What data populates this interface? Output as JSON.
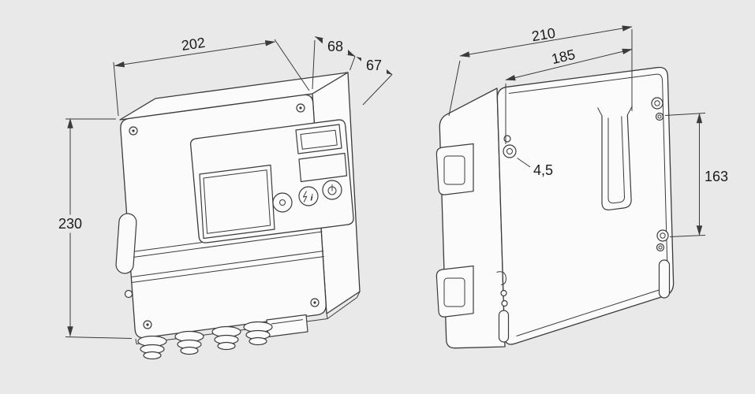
{
  "meta": {
    "background_color": "#e9e9e9",
    "line_color": "#3b3b3b",
    "text_color": "#1b1b1b",
    "drawing_type": "technical dimension drawing, two views of a wall-mounted control unit"
  },
  "views": {
    "front": {
      "name": "front-perspective-view",
      "dims": {
        "width": "202",
        "depth_top": "68",
        "depth_side": "67",
        "height": "230"
      }
    },
    "rear": {
      "name": "rear-view",
      "dims": {
        "width_overall": "210",
        "width_inner": "185",
        "height_holes": "163",
        "hole_diameter": "4,5"
      }
    }
  },
  "icons": {
    "reset_info": "i"
  }
}
